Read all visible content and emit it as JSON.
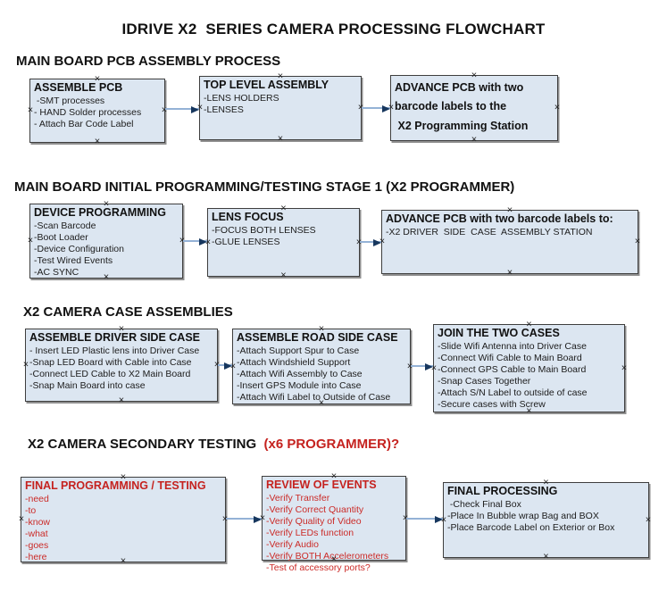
{
  "title": "IDRIVE X2  SERIES CAMERA PROCESSING FLOWCHART",
  "icons": {
    "connection_point": "×"
  },
  "colors": {
    "box_fill": "#dce6f1",
    "box_border": "#3e3e3e",
    "box_shadow": "#8f8f8f",
    "red_text": "#c5221f",
    "arrow_line": "#94b2d6",
    "arrow_head": "#17375e"
  },
  "sections": [
    {
      "heading": "MAIN BOARD PCB ASSEMBLY PROCESS",
      "boxes": [
        {
          "title": "ASSEMBLE PCB",
          "items": [
            " -SMT processes",
            "- HAND Solder processes",
            "- Attach Bar Code Label"
          ]
        },
        {
          "title": "TOP LEVEL ASSEMBLY",
          "items": [
            "-LENS HOLDERS",
            "-LENSES"
          ]
        },
        {
          "text": "ADVANCE PCB with two\nbarcode labels to the\n X2 Programming Station"
        }
      ]
    },
    {
      "heading": "MAIN BOARD INITIAL PROGRAMMING/TESTING STAGE 1 (X2 PROGRAMMER)",
      "boxes": [
        {
          "title": "DEVICE PROGRAMMING",
          "items": [
            "-Scan Barcode",
            "-Boot Loader",
            "-Device Configuration",
            "-Test Wired Events",
            "-AC SYNC"
          ]
        },
        {
          "title": "LENS FOCUS",
          "items": [
            "-FOCUS BOTH LENSES",
            "-GLUE LENSES"
          ]
        },
        {
          "title": "ADVANCE PCB with two barcode labels to:",
          "items": [
            "-X2 DRIVER  SIDE  CASE  ASSEMBLY STATION"
          ]
        }
      ]
    },
    {
      "heading": "X2 CAMERA CASE ASSEMBLIES",
      "boxes": [
        {
          "title": "ASSEMBLE DRIVER SIDE CASE",
          "items": [
            "- Insert LED Plastic lens into Driver Case",
            "-Snap LED Board with Cable into Case",
            "-Connect LED Cable to X2 Main Board",
            "-Snap Main Board into case"
          ]
        },
        {
          "title": "ASSEMBLE ROAD SIDE CASE",
          "items": [
            "-Attach Support Spur to Case",
            "-Attach Windshield Support",
            "-Attach Wifi Assembly to Case",
            "-Insert GPS Module into Case",
            "-Attach Wifi Label to Outside of Case"
          ]
        },
        {
          "title": "JOIN THE TWO CASES",
          "items": [
            "-Slide Wifi Antenna into Driver Case",
            "-Connect Wifi Cable to Main Board",
            "-Connect GPS Cable to Main Board",
            "-Snap Cases Together",
            "-Attach S/N Label to outside of case",
            "-Secure cases with Screw"
          ]
        }
      ]
    },
    {
      "heading_black": "X2 CAMERA SECONDARY TESTING ",
      "heading_red": " (x6 PROGRAMMER)?",
      "boxes": [
        {
          "title": "FINAL PROGRAMMING / TESTING",
          "items": [
            "-need",
            "-to",
            "-know",
            "-what",
            "-goes",
            "-here"
          ]
        },
        {
          "title": "REVIEW OF EVENTS",
          "items": [
            "-Verify Transfer",
            "-Verify Correct Quantity",
            "-Verify Quality of Video",
            "-Verify LEDs function",
            "-Verify Audio",
            "-Verify BOTH Accelerometers",
            "-Test of accessory ports?"
          ]
        },
        {
          "title": "FINAL PROCESSING",
          "items": [
            " -Check Final Box",
            "-Place In Bubble wrap Bag and BOX",
            "-Place Barcode Label on Exterior or Box"
          ]
        }
      ]
    }
  ]
}
